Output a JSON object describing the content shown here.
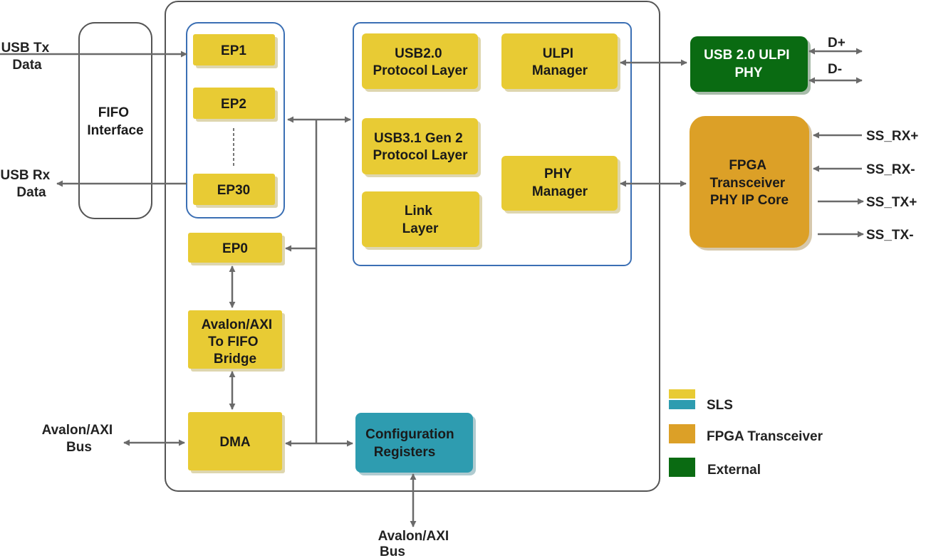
{
  "colors": {
    "sls_yellow": "#e8cb34",
    "sls_teal": "#2e9cb0",
    "fpga_orange": "#dca027",
    "external_green": "#0a6b12",
    "container_border": "#555555",
    "group_border": "#3b6fb4",
    "arrow": "#6a6a6a"
  },
  "external": {
    "usb_tx": [
      "USB Tx",
      "Data"
    ],
    "usb_rx": [
      "USB Rx",
      "Data"
    ],
    "avalon_left": [
      "Avalon/AXI",
      "Bus"
    ],
    "avalon_bottom": [
      "Avalon/AXI",
      "Bus"
    ],
    "d_plus": "D+",
    "d_minus": "D-",
    "ss_rx_plus": "SS_RX+",
    "ss_rx_minus": "SS_RX-",
    "ss_tx_plus": "SS_TX+",
    "ss_tx_minus": "SS_TX-"
  },
  "blocks": {
    "fifo": [
      "FIFO",
      "Interface"
    ],
    "ep1": "EP1",
    "ep2": "EP2",
    "ep30": "EP30",
    "ep0": "EP0",
    "bridge": [
      "Avalon/AXI",
      "To FIFO",
      "Bridge"
    ],
    "dma": "DMA",
    "config": [
      "Configuration",
      "Registers"
    ],
    "usb2": [
      "USB2.0",
      "Protocol Layer"
    ],
    "usb31": [
      "USB3.1 Gen 2",
      "Protocol Layer"
    ],
    "link": [
      "Link",
      "Layer"
    ],
    "ulpi_mgr": [
      "ULPI",
      "Manager"
    ],
    "phy_mgr": [
      "PHY",
      "Manager"
    ],
    "ulpi_phy": [
      "USB 2.0 ULPI",
      "PHY"
    ],
    "fpga_phy": [
      "FPGA",
      "Transceiver",
      "PHY IP Core"
    ]
  },
  "legend": {
    "sls": "SLS",
    "fpga": "FPGA Transceiver",
    "external": "External"
  }
}
